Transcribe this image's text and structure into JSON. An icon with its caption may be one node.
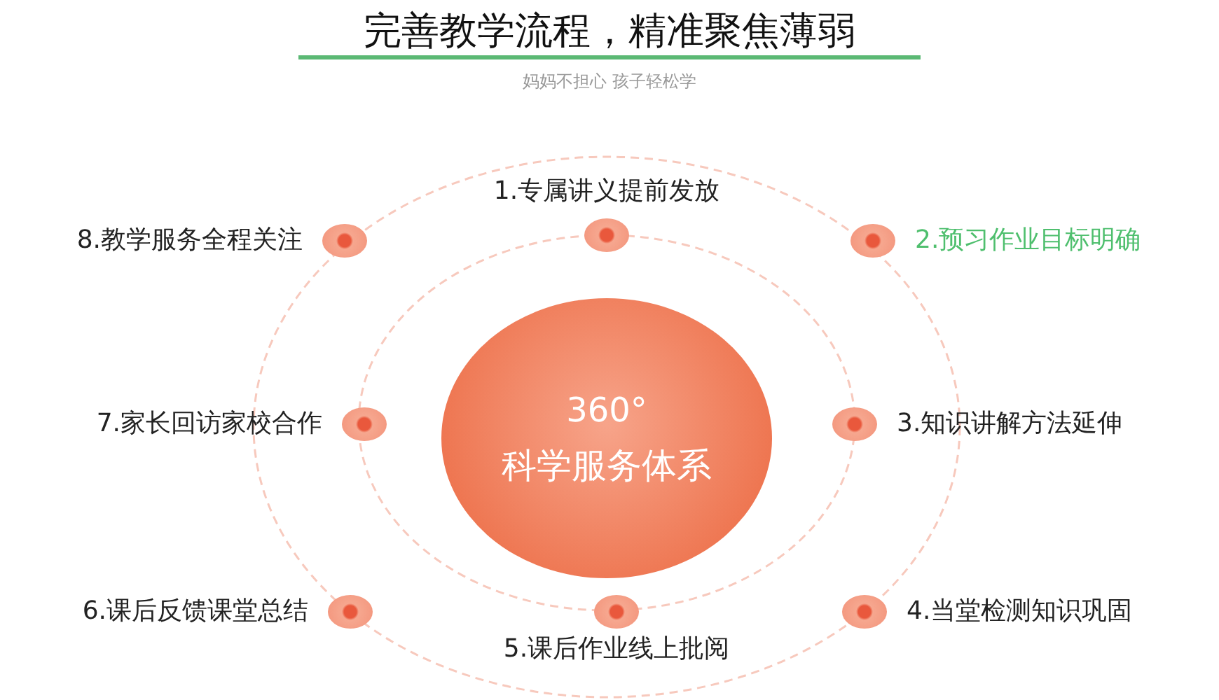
{
  "diagram": {
    "title": "完善教学流程，精准聚焦薄弱",
    "nodes": [
      {
        "text": [
          "360°",
          "科学服务体系"
        ]
      },
      {
        "text": [],
        "shape": "circle",
        "beside": [
          "1.专属讲义提前发放"
        ]
      },
      {
        "text": [],
        "shape": "circle",
        "beside": [
          "2.预习作业目标明确"
        ]
      },
      {
        "text": [],
        "shape": "circle",
        "beside": [
          "3.知识讲解方法延伸"
        ]
      },
      {
        "text": [],
        "shape": "circle",
        "beside": [
          "4.当堂检测知识巩固"
        ]
      },
      {
        "text": [],
        "shape": "circle",
        "beside": [
          "5.课后作业线上批阅"
        ]
      },
      {
        "text": [],
        "shape": "circle",
        "beside": [
          "6.课后反馈课堂总结"
        ]
      },
      {
        "text": [],
        "shape": "circle",
        "beside": [
          "7.家长回访家校合作"
        ]
      },
      {
        "text": [],
        "shape": "circle",
        "beside": [
          "8.教学服务全程关注"
        ]
      }
    ],
    "labels": [
      "妈妈不担心 孩子轻松学"
    ]
  }
}
